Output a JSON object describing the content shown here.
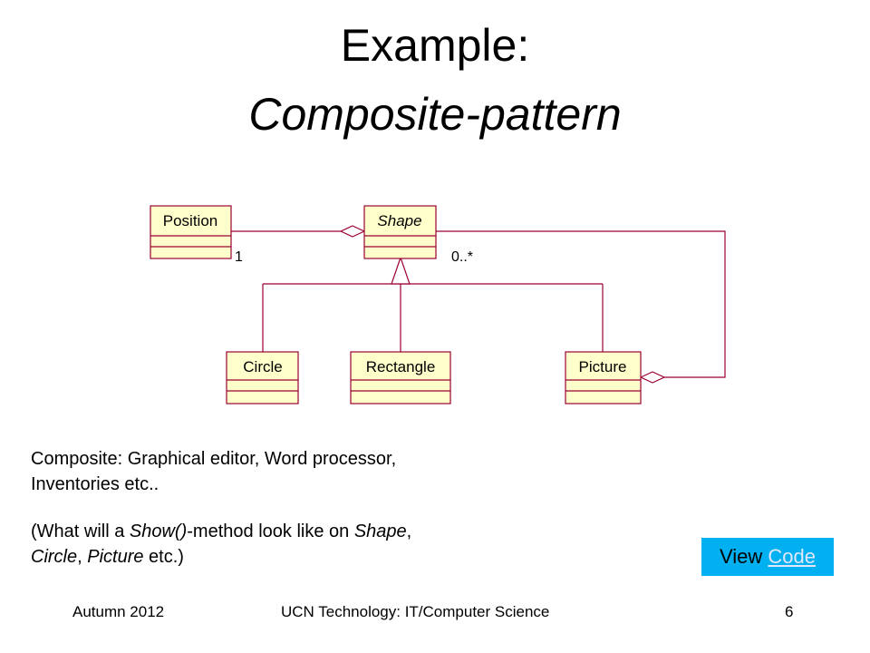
{
  "title": {
    "line1": "Example:",
    "line2": "Composite-pattern"
  },
  "diagram": {
    "classes": {
      "position": "Position",
      "shape": "Shape",
      "circle": "Circle",
      "rectangle": "Rectangle",
      "picture": "Picture"
    },
    "multiplicities": {
      "position_end": "1",
      "shape_end": "0..*"
    }
  },
  "text": {
    "p1": "Composite: Graphical editor, Word processor, Inventories etc..",
    "p2_a": "(What will a ",
    "p2_b": "Show()",
    "p2_c": "-method look like on ",
    "p2_d": "Shape",
    "p2_e": ", ",
    "p2_f": "Circle",
    "p2_g": ", ",
    "p2_h": "Picture",
    "p2_i": " etc.)"
  },
  "button": {
    "view": "View ",
    "code": "Code"
  },
  "footer": {
    "left": "Autumn 2012",
    "center": "UCN Technology: IT/Computer Science",
    "page": "6"
  },
  "colors": {
    "class_fill": "#ffffcc",
    "class_stroke": "#990033",
    "line": "#990033",
    "button": "#00b0f0"
  }
}
